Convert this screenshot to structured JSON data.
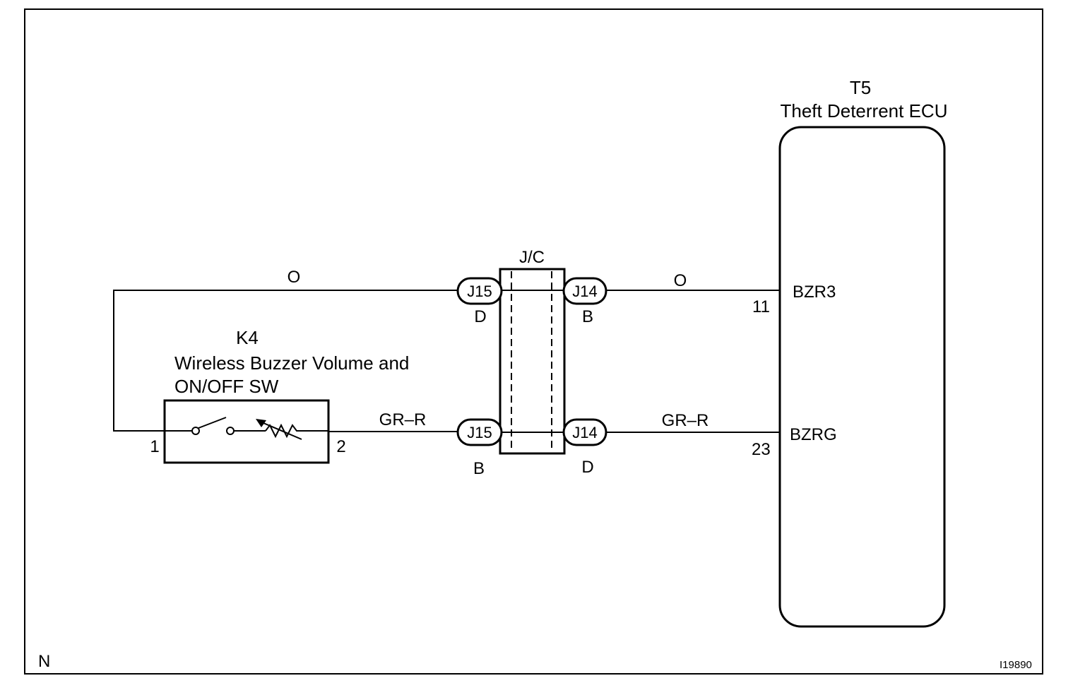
{
  "ecu": {
    "code": "T5",
    "name": "Theft Deterrent ECU",
    "pins": [
      {
        "name": "BZR3",
        "number": "11"
      },
      {
        "name": "BZRG",
        "number": "23"
      }
    ]
  },
  "switch": {
    "code": "K4",
    "name_line1": "Wireless Buzzer Volume and",
    "name_line2": "ON/OFF SW",
    "pin1": "1",
    "pin2": "2"
  },
  "junction": {
    "label": "J/C",
    "connectors": {
      "j15_top": {
        "id": "J15",
        "pin": "D"
      },
      "j14_top": {
        "id": "J14",
        "pin": "B"
      },
      "j15_bottom": {
        "id": "J15",
        "pin": "B"
      },
      "j14_bottom": {
        "id": "J14",
        "pin": "D"
      }
    }
  },
  "wires": {
    "top_left": "O",
    "top_right": "O",
    "bottom_left": "GR–R",
    "bottom_right": "GR–R"
  },
  "footer": {
    "corner_left": "N",
    "figure_id": "I19890"
  }
}
